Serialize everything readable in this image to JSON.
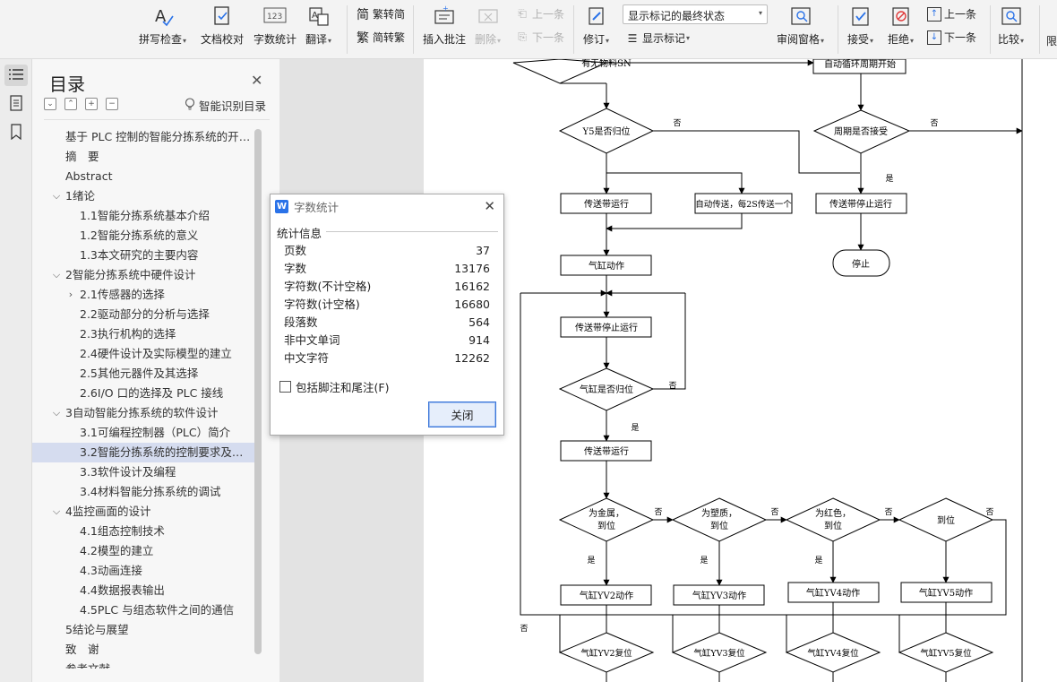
{
  "ribbon": {
    "spell_check": "拼写检查",
    "doc_proof": "文档校对",
    "word_count": "字数统计",
    "translate": "翻译",
    "trad_conv": "繁转简",
    "simp_conv": "简转繁",
    "insert_comment": "插入批注",
    "delete": "删除",
    "prev_comment": "上一条",
    "next_comment": "下一条",
    "revise": "修订",
    "show_markup_dropdown": "显示标记的最终状态",
    "show_markup": "显示标记",
    "review_pane": "审阅窗格",
    "accept": "接受",
    "reject": "拒绝",
    "prev_change": "上一条",
    "next_change": "下一条",
    "compare": "比较",
    "restrict": "限"
  },
  "toc": {
    "title": "目录",
    "smart_toc": "智能识别目录",
    "items": [
      {
        "label": "基于 PLC 控制的智能分拣系统的开 ...",
        "level": 0,
        "toggle": ""
      },
      {
        "label": "摘　要",
        "level": 0,
        "toggle": ""
      },
      {
        "label": "Abstract",
        "level": 0,
        "toggle": ""
      },
      {
        "label": "1绪论",
        "level": 0,
        "toggle": "⌵"
      },
      {
        "label": "1.1智能分拣系统基本介绍",
        "level": 1,
        "toggle": ""
      },
      {
        "label": "1.2智能分拣系统的意义",
        "level": 1,
        "toggle": ""
      },
      {
        "label": "1.3本文研究的主要内容",
        "level": 1,
        "toggle": ""
      },
      {
        "label": "2智能分拣系统中硬件设计",
        "level": 0,
        "toggle": "⌵"
      },
      {
        "label": "2.1传感器的选择",
        "level": 1,
        "toggle": "›"
      },
      {
        "label": "2.2驱动部分的分析与选择",
        "level": 1,
        "toggle": ""
      },
      {
        "label": "2.3执行机构的选择",
        "level": 1,
        "toggle": ""
      },
      {
        "label": "2.4硬件设计及实际模型的建立",
        "level": 1,
        "toggle": ""
      },
      {
        "label": "2.5其他元器件及其选择",
        "level": 1,
        "toggle": ""
      },
      {
        "label": "2.6I/O 口的选择及 PLC 接线",
        "level": 1,
        "toggle": ""
      },
      {
        "label": "3自动智能分拣系统的软件设计",
        "level": 0,
        "toggle": "⌵"
      },
      {
        "label": "3.1可编程控制器（PLC）简介",
        "level": 1,
        "toggle": ""
      },
      {
        "label": "3.2智能分拣系统的控制要求及其 ...",
        "level": 1,
        "toggle": "",
        "selected": true
      },
      {
        "label": "3.3软件设计及编程",
        "level": 1,
        "toggle": ""
      },
      {
        "label": "3.4材料智能分拣系统的调试",
        "level": 1,
        "toggle": ""
      },
      {
        "label": "4监控画面的设计",
        "level": 0,
        "toggle": "⌵"
      },
      {
        "label": "4.1组态控制技术",
        "level": 1,
        "toggle": ""
      },
      {
        "label": "4.2模型的建立",
        "level": 1,
        "toggle": ""
      },
      {
        "label": "4.3动画连接",
        "level": 1,
        "toggle": ""
      },
      {
        "label": "4.4数据报表输出",
        "level": 1,
        "toggle": ""
      },
      {
        "label": "4.5PLC 与组态软件之间的通信",
        "level": 1,
        "toggle": ""
      },
      {
        "label": "5结论与展望",
        "level": 0,
        "toggle": ""
      },
      {
        "label": "致　谢",
        "level": 0,
        "toggle": ""
      },
      {
        "label": "参考文献",
        "level": 0,
        "toggle": ""
      }
    ]
  },
  "dialog": {
    "title": "字数统计",
    "logo": "W",
    "section": "统计信息",
    "stats": [
      {
        "label": "页数",
        "value": "37"
      },
      {
        "label": "字数",
        "value": "13176"
      },
      {
        "label": "字符数(不计空格)",
        "value": "16162"
      },
      {
        "label": "字符数(计空格)",
        "value": "16680"
      },
      {
        "label": "段落数",
        "value": "564"
      },
      {
        "label": "非中文单词",
        "value": "914"
      },
      {
        "label": "中文字符",
        "value": "12262"
      }
    ],
    "checkbox_label": "包括脚注和尾注(F)",
    "close_button": "关闭"
  },
  "flowchart": {
    "has_material": "有无物料SN",
    "auto_cycle": "自动循环周期开始",
    "y5_reset": "Y5是否归位",
    "cycle_accept": "周期是否接受",
    "belt_run": "传送带运行",
    "auto_send": "自动传送，每2S传送一个",
    "belt_stop": "传送带停止运行",
    "stop": "停止",
    "cyl_action": "气缸动作",
    "cyl_reset": "气缸是否归位",
    "yes": "是",
    "no": "否",
    "d_metal_1": "为金属，",
    "d_metal_2": "到位",
    "d_plastic_1": "为塑质，",
    "d_plastic_2": "到位",
    "d_red_1": "为红色，",
    "d_red_2": "到位",
    "d_arrive": "到位",
    "yv2_act": "气缸YV2动作",
    "yv3_act": "气缸YV3动作",
    "yv4_act": "气缸YV4动作",
    "yv5_act": "气缸YV5动作",
    "yv2_rst": "气缸YV2复位",
    "yv3_rst": "气缸YV3复位",
    "yv4_rst": "气缸YV4复位",
    "yv5_rst": "气缸YV5复位"
  }
}
